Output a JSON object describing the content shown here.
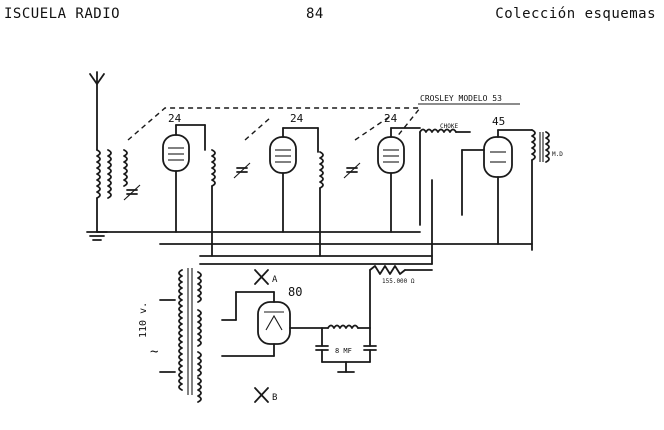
{
  "header": {
    "left": "ISCUELA RADIO",
    "center": "84",
    "right": "Colección esquemas"
  },
  "diagram": {
    "model_label": "CROSLEY MODELO 53",
    "tubes": {
      "rf1": "24",
      "rf2": "24",
      "det": "24",
      "output": "45",
      "rectifier": "80"
    },
    "labels": {
      "choke": "CHOKE",
      "rectifier_cathode_mark": "A",
      "dial_lamp_mark": "B",
      "mains_voltage": "110 v.",
      "mains_symbol": "~",
      "filter_cap": "8 MF",
      "bias_resistor": "155.000 Ω",
      "output_transformer": "M.D"
    }
  }
}
